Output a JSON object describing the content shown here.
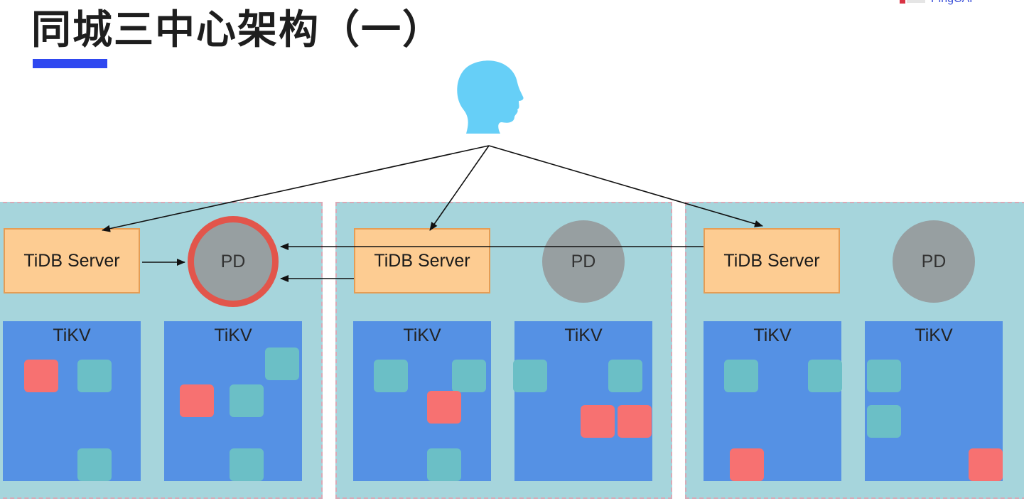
{
  "slide": {
    "title": "同城三中心架构（一）",
    "logo_text": "PingCAP"
  },
  "colors": {
    "accent_bar": "#2f48f0",
    "datacenter_bg": "#a6d5dc",
    "tidb_fill": "#fdcc92",
    "pd_fill": "#979fa1",
    "pd_leader_ring": "#e2554b",
    "tikv_fill": "#5591e4",
    "region_follower": "#6bbfc6",
    "region_leader": "#f77171",
    "user_icon": "#66cff7"
  },
  "icons": {
    "user": "person-head-icon"
  },
  "datacenters": [
    {
      "tidb_label": "TiDB Server",
      "pd_label": "PD",
      "pd_is_leader": true,
      "tikv": [
        {
          "label": "TiKV",
          "regions": [
            "leader",
            "follower",
            "follower"
          ]
        },
        {
          "label": "TiKV",
          "regions": [
            "follower",
            "leader",
            "follower",
            "follower"
          ]
        }
      ]
    },
    {
      "tidb_label": "TiDB Server",
      "pd_label": "PD",
      "pd_is_leader": false,
      "tikv": [
        {
          "label": "TiKV",
          "regions": [
            "follower",
            "follower",
            "leader",
            "follower"
          ]
        },
        {
          "label": "TiKV",
          "regions": [
            "follower",
            "follower",
            "leader",
            "leader"
          ]
        }
      ]
    },
    {
      "tidb_label": "TiDB Server",
      "pd_label": "PD",
      "pd_is_leader": false,
      "tikv": [
        {
          "label": "TiKV",
          "regions": [
            "follower",
            "follower",
            "leader"
          ]
        },
        {
          "label": "TiKV",
          "regions": [
            "follower",
            "follower",
            "leader"
          ]
        }
      ]
    }
  ]
}
